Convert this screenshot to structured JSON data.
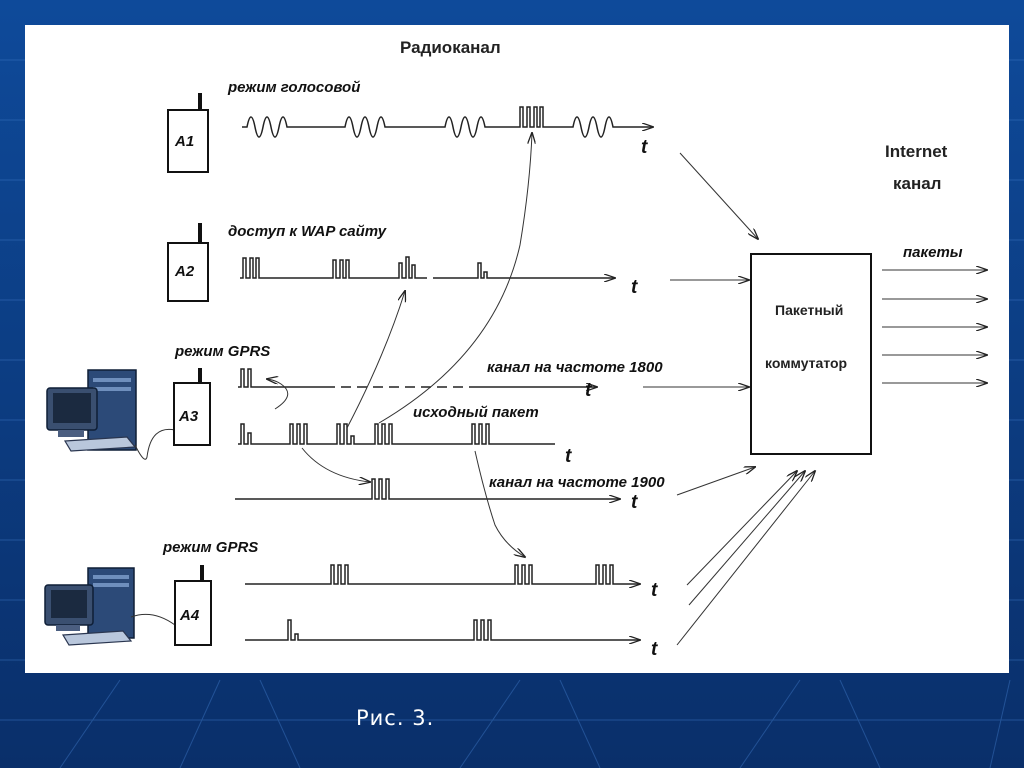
{
  "colors": {
    "background": "#0d3f86",
    "panel": "#ffffff",
    "ink": "#222222",
    "caption": "#ffffff"
  },
  "diagram": {
    "header_radio": "Радиоканал",
    "header_internet_1": "Internet",
    "header_internet_2": "канал",
    "devices": {
      "a1": "A1",
      "a2": "A2",
      "a3": "A3",
      "a4": "A4"
    },
    "labels": {
      "voice_mode": "режим голосовой",
      "wap_access": "доступ к WAP сайту",
      "gprs_mode_a3": "режим GPRS",
      "gprs_mode_a4": "режим GPRS",
      "channel_1800": "канал на частоте 1800",
      "source_packet": "исходный пакет",
      "channel_1900": "канал на частоте 1900",
      "packets": "пакеты"
    },
    "switch": {
      "line1": "Пакетный",
      "line2": "коммутатор"
    },
    "time_symbol": "t",
    "icons": [
      "antenna-icon",
      "computer-icon",
      "arrow-icon"
    ]
  },
  "caption": "Рис. 3."
}
